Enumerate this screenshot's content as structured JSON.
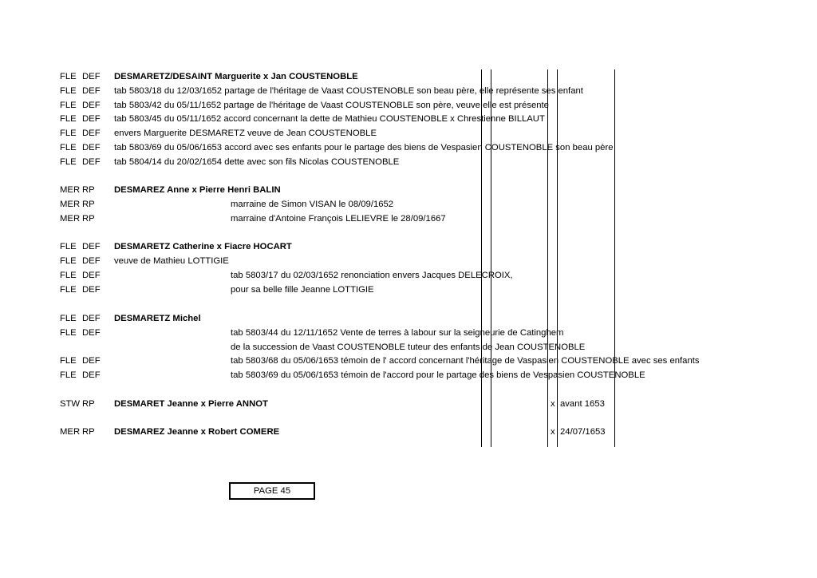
{
  "rows": [
    {
      "c1": "FLE",
      "c2": "DEF",
      "text": "DESMARETZ/DESAINT Marguerite x Jan COUSTENOBLE",
      "bold": true,
      "indent": false
    },
    {
      "c1": "FLE",
      "c2": "DEF",
      "text": "tab 5803/18 du 12/03/1652 partage de l'héritage de Vaast COUSTENOBLE son beau père, elle représente ses enfant",
      "bold": false,
      "indent": false
    },
    {
      "c1": "FLE",
      "c2": "DEF",
      "text": "tab 5803/42 du 05/11/1652 partage de l'héritage de Vaast COUSTENOBLE son père, veuve elle est présente",
      "bold": false,
      "indent": false
    },
    {
      "c1": "FLE",
      "c2": "DEF",
      "text": "tab 5803/45 du 05/11/1652 accord concernant la dette de Mathieu COUSTENOBLE x Chrestienne BILLAUT",
      "bold": false,
      "indent": false
    },
    {
      "c1": "FLE",
      "c2": "DEF",
      "text": "envers Marguerite DESMARETZ veuve de Jean COUSTENOBLE",
      "bold": false,
      "indent": false
    },
    {
      "c1": "FLE",
      "c2": "DEF",
      "text": "tab 5803/69 du 05/06/1653 accord avec ses enfants pour le partage des biens de Vespasien COUSTENOBLE son beau père",
      "bold": false,
      "indent": false
    },
    {
      "c1": "FLE",
      "c2": "DEF",
      "text": "tab 5804/14 du 20/02/1654 dette avec son fils Nicolas COUSTENOBLE",
      "bold": false,
      "indent": false
    },
    {
      "c1": "MER",
      "c2": "RP",
      "text": "DESMAREZ Anne x Pierre Henri BALIN",
      "bold": true,
      "indent": false
    },
    {
      "c1": "MER",
      "c2": "RP",
      "text": "marraine de Simon VISAN le 08/09/1652",
      "bold": false,
      "indent": true
    },
    {
      "c1": "MER",
      "c2": "RP",
      "text": "marraine d'Antoine François LELIEVRE le 28/09/1667",
      "bold": false,
      "indent": true
    },
    {
      "c1": "FLE",
      "c2": "DEF",
      "text": "DESMARETZ Catherine x Fiacre HOCART",
      "bold": true,
      "indent": false
    },
    {
      "c1": "FLE",
      "c2": "DEF",
      "text": "veuve de Mathieu LOTTIGIE",
      "bold": false,
      "indent": false
    },
    {
      "c1": "FLE",
      "c2": "DEF",
      "text": "tab 5803/17 du 02/03/1652 renonciation envers Jacques DELECROIX,",
      "bold": false,
      "indent": true
    },
    {
      "c1": "FLE",
      "c2": "DEF",
      "text": "pour sa belle fille Jeanne LOTTIGIE",
      "bold": false,
      "indent": true
    },
    {
      "c1": "FLE",
      "c2": "DEF",
      "text": "DESMARETZ Michel",
      "bold": true,
      "indent": false
    },
    {
      "c1": "FLE",
      "c2": "DEF",
      "text": "tab 5803/44 du 12/11/1652 Vente de terres à labour  sur la seigneurie de Catinghem",
      "bold": false,
      "indent": true
    },
    {
      "c1": "",
      "c2": "",
      "text": "de la succession de Vaast COUSTENOBLE tuteur des enfants de Jean COUSTENOBLE",
      "bold": false,
      "indent": true
    },
    {
      "c1": "FLE",
      "c2": "DEF",
      "text": "tab 5803/68 du 05/06/1653 témoin de l' accord concernant l'héritage de Vaspasien COUSTENOBLE avec ses enfants",
      "bold": false,
      "indent": true
    },
    {
      "c1": "FLE",
      "c2": "DEF",
      "text": "tab 5803/69 du 05/06/1653 témoin de l'accord pour le partage des biens de Vespasien COUSTENOBLE",
      "bold": false,
      "indent": true
    },
    {
      "c1": "STW",
      "c2": "RP",
      "text": "DESMARET Jeanne x Pierre ANNOT",
      "bold": true,
      "indent": false,
      "mark": "x",
      "date": "avant 1653"
    },
    {
      "c1": "MER",
      "c2": "RP",
      "text": "DESMAREZ Jeanne x Robert COMERE",
      "bold": true,
      "indent": false,
      "mark": "x",
      "date": "24/07/1653"
    }
  ],
  "footer": {
    "page_label": "PAGE 45"
  }
}
